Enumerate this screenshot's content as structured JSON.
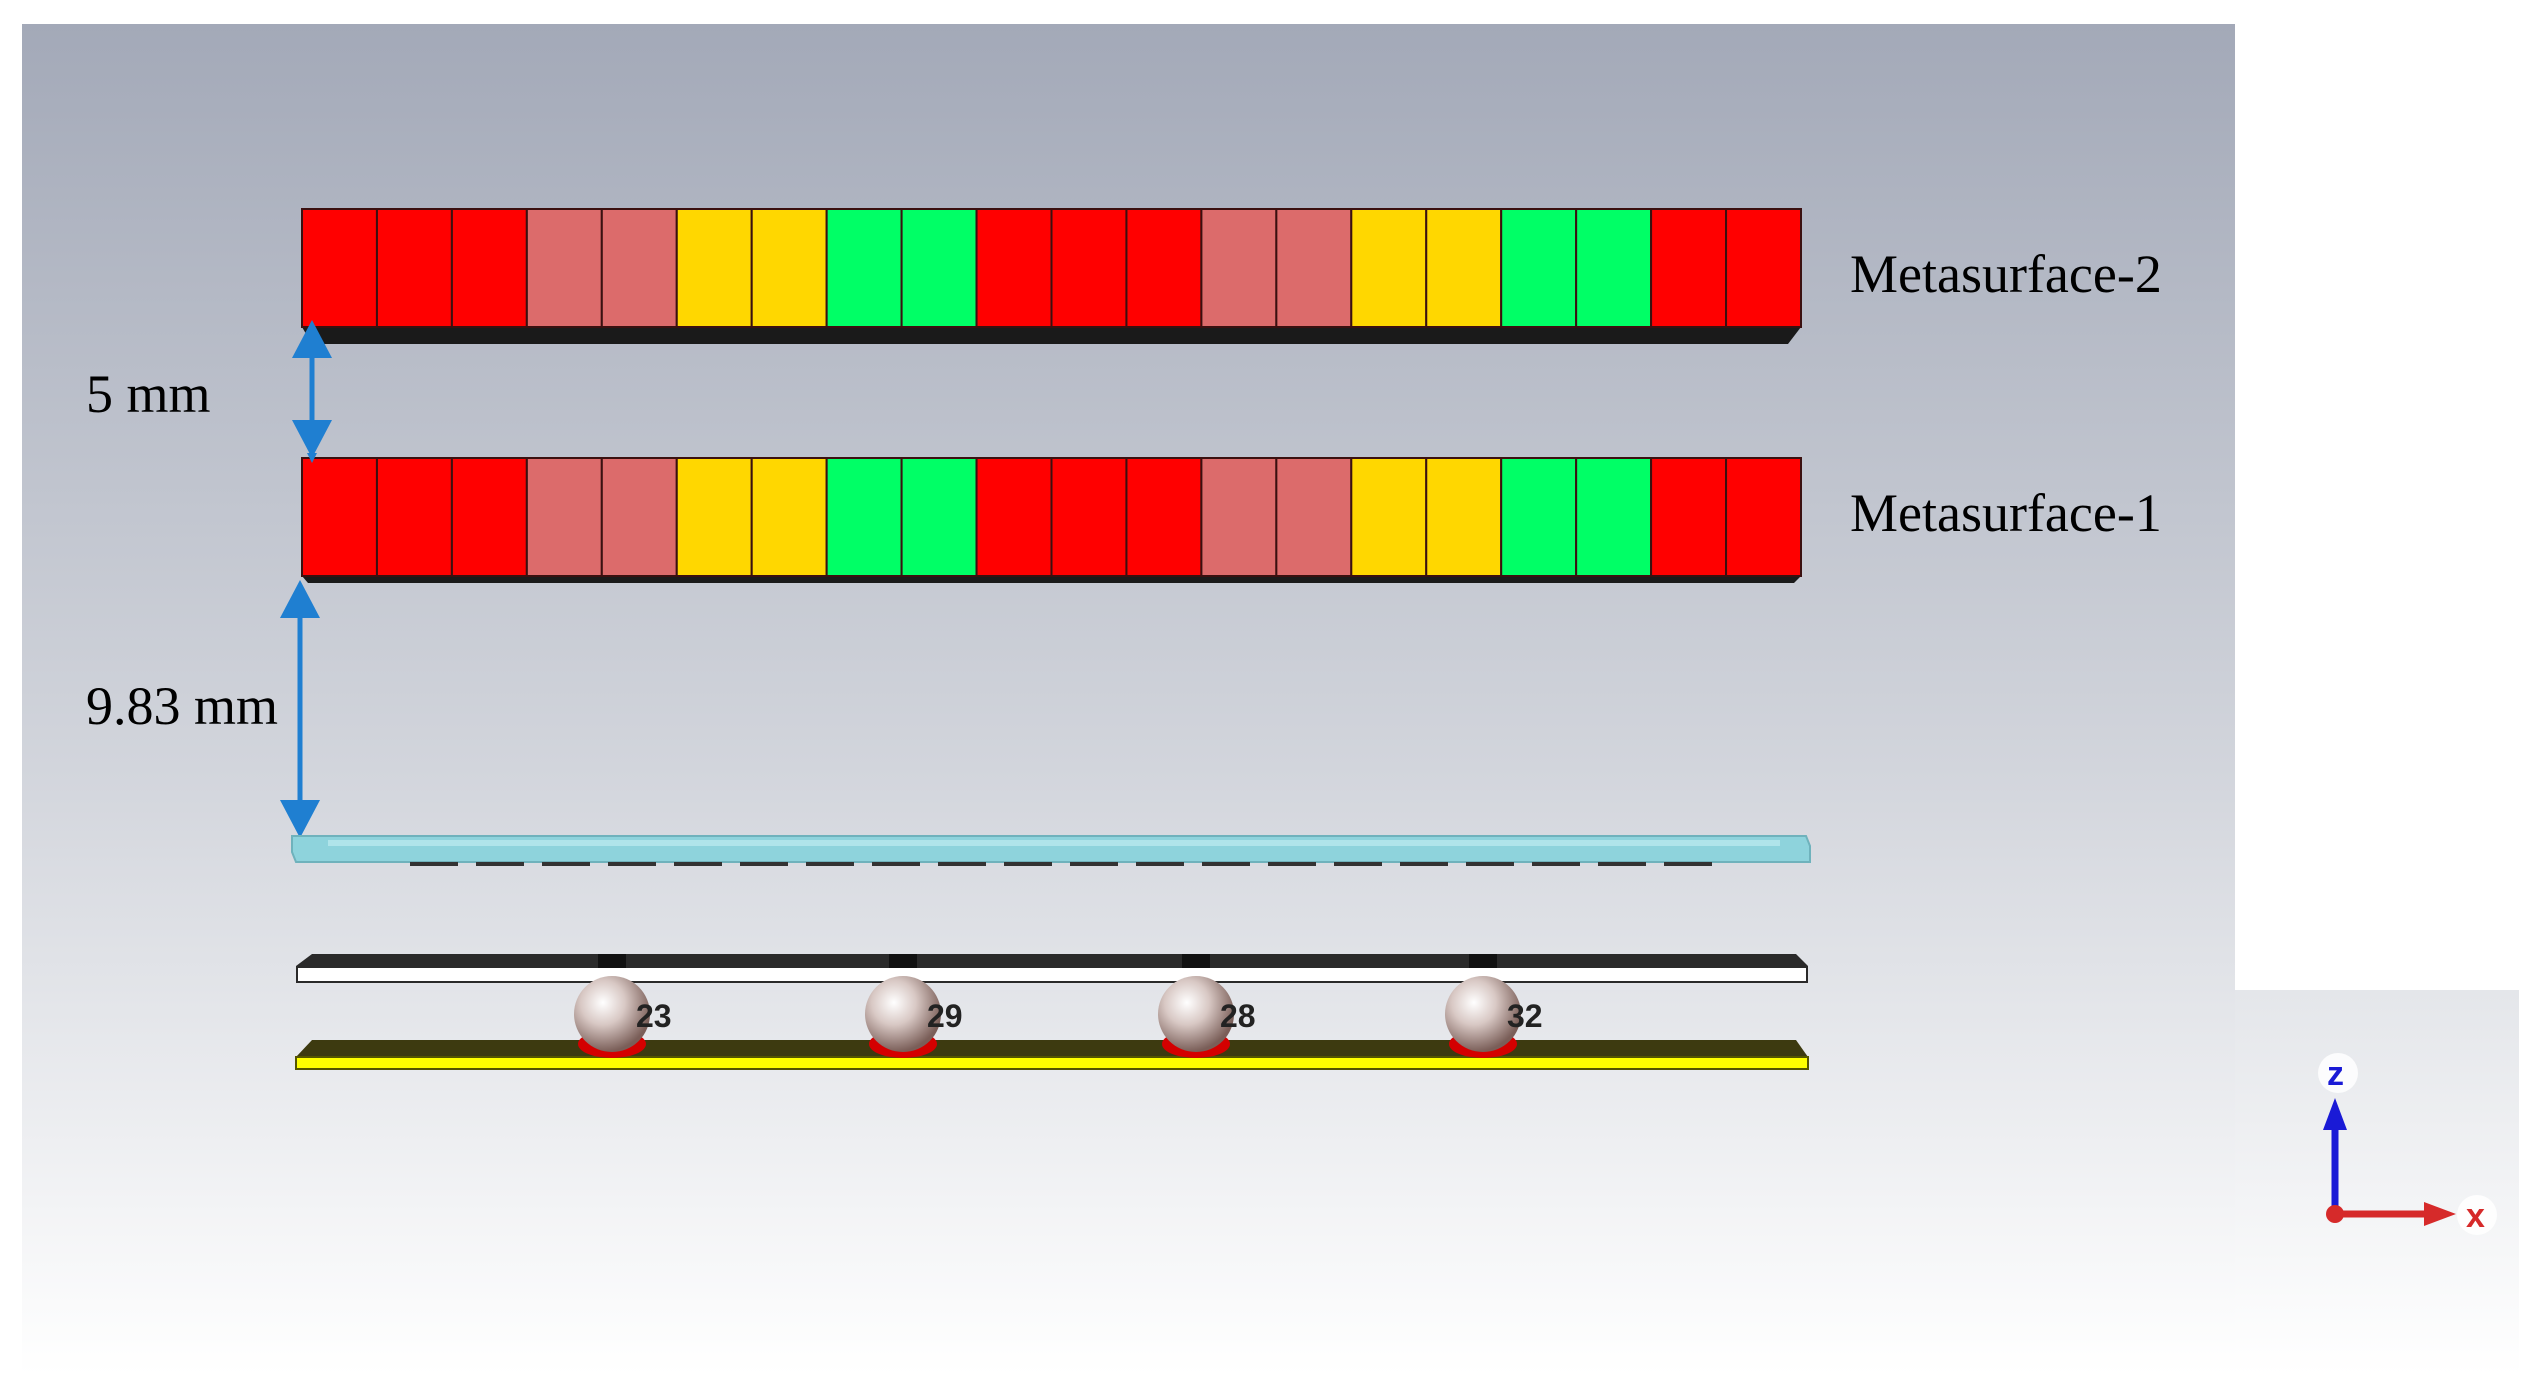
{
  "labels": {
    "metasurface_top": "Metasurface-2",
    "metasurface_bottom": "Metasurface-1",
    "gap_between_metasurfaces": "5 mm",
    "gap_to_feed": "9.83 mm"
  },
  "metasurface_cells": [
    "red",
    "red",
    "red",
    "pink",
    "pink",
    "yellow",
    "yellow",
    "green",
    "green",
    "red",
    "red",
    "red",
    "pink",
    "pink",
    "yellow",
    "yellow",
    "green",
    "green",
    "red",
    "red"
  ],
  "cell_colors": {
    "red": "#ff0000",
    "pink": "#dc6b6b",
    "yellow": "#ffd700",
    "green": "#00ff66"
  },
  "ports": [
    {
      "label": "23"
    },
    {
      "label": "29"
    },
    {
      "label": "28"
    },
    {
      "label": "32"
    }
  ],
  "axes": {
    "z": "z",
    "x": "x"
  },
  "colors": {
    "arrow": "#1f7fd1",
    "substrate": "#8ed3dc",
    "ground_plane": "#ffff00",
    "background_top": "#a3a9b8",
    "background_bottom": "#ffffff"
  }
}
